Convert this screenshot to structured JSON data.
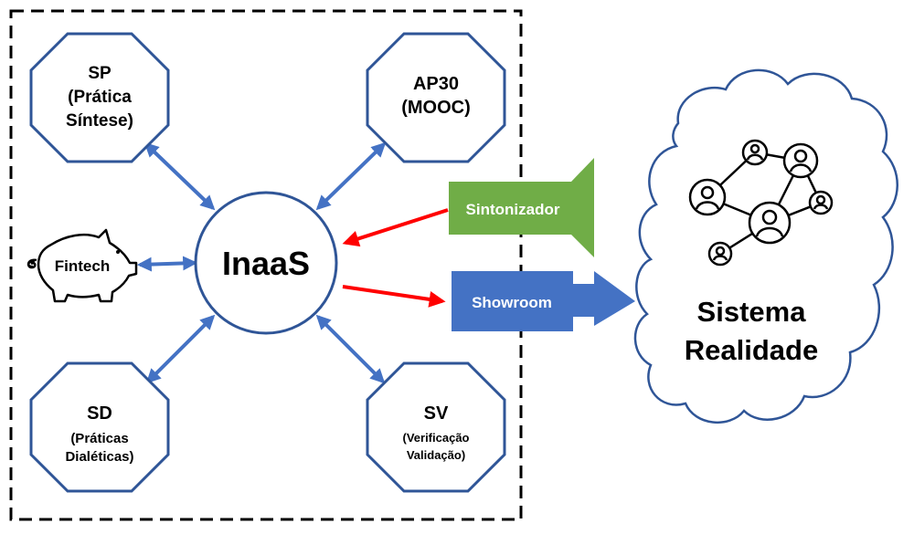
{
  "center": {
    "label": "InaaS"
  },
  "nodes": {
    "sp": {
      "line1": "SP",
      "line2": "(Prática",
      "line3": "Síntese)"
    },
    "ap30": {
      "line1": "AP30",
      "line2": "(MOOC)"
    },
    "sd": {
      "line1": "SD",
      "line2": "(Práticas",
      "line3": "Dialéticas)"
    },
    "sv": {
      "line1": "SV",
      "line2": "(Verificação",
      "line3": "Validação)"
    }
  },
  "fintech": {
    "label": "Fintech"
  },
  "sintonizador": {
    "label": "Sintonizador",
    "color": "#70AD47"
  },
  "showroom": {
    "label": "Showroom",
    "color": "#4472C4"
  },
  "cloud": {
    "line1": "Sistema",
    "line2": "Realidade",
    "stroke": "#2F5597"
  },
  "colors": {
    "node_stroke": "#2F5597",
    "link_arrow": "#4472C4",
    "red_arrow": "#FF0000",
    "boundary": "#000000"
  }
}
